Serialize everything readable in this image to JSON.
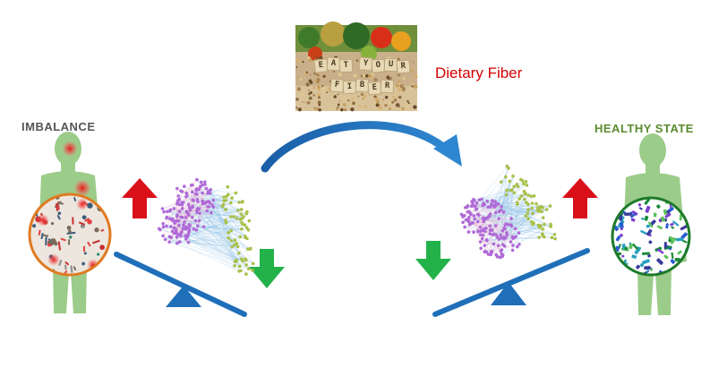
{
  "labels": {
    "imbalance": "IMBALANCE",
    "healthy_state": "HEALTHY STATE",
    "dietary_fiber": "Dietary Fiber"
  },
  "photo_text": {
    "row1": [
      "E",
      "A",
      "T",
      "Y",
      "O",
      "U",
      "R"
    ],
    "row2": [
      "F",
      "I",
      "B",
      "E",
      "R"
    ]
  },
  "colors": {
    "imbalance_text": "#555555",
    "healthy_text": "#5a8a2e",
    "fiber_text": "#d40000",
    "body_green": "#9ccc8a",
    "seesaw_blue": "#1f6fb8",
    "arrow_up": "#d9101a",
    "arrow_down": "#23b24a",
    "network_purple": "#b06ad8",
    "network_green": "#a8c04a",
    "network_pink": "#e8a0c0",
    "network_lines": "#9cc8e8",
    "circle_unhealthy_border": "#e07a22",
    "circle_healthy_border": "#1d7a2a"
  },
  "icons": {
    "imbalance_figure": "human-body-icon",
    "healthy_figure": "human-body-icon",
    "curved_arrow": "curved-arrow-icon"
  }
}
